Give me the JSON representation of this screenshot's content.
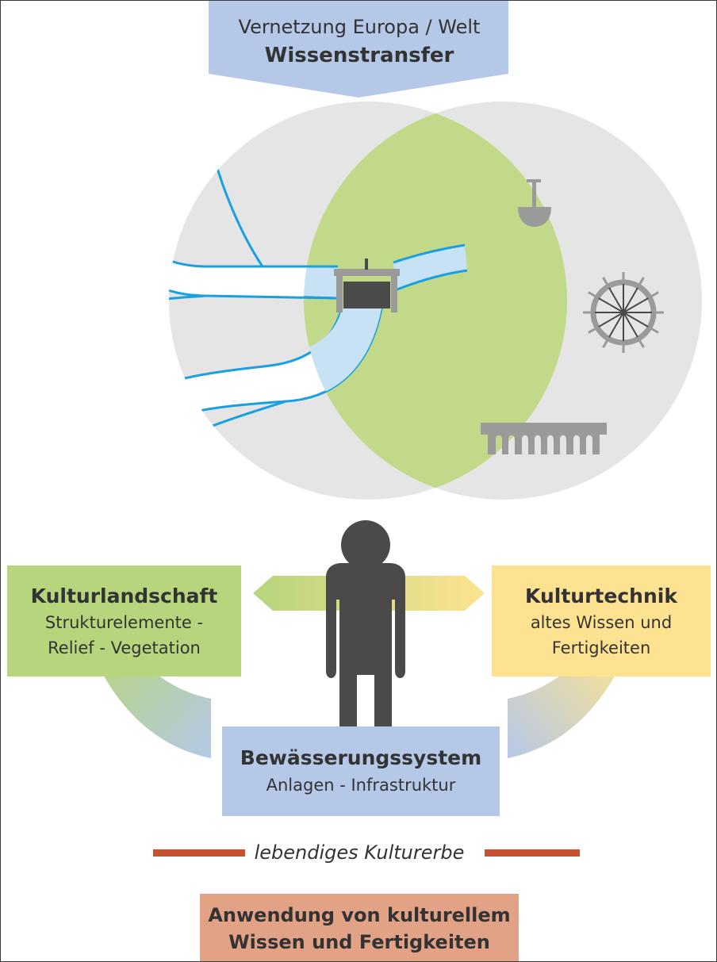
{
  "header": {
    "subtitle": "Vernetzung Europa / Welt",
    "title": "Wissenstransfer"
  },
  "left_box": {
    "title": "Kulturlandschaft",
    "line1": "Strukturelemente -",
    "line2": "Relief - Vegetation"
  },
  "right_box": {
    "title": "Kulturtechnik",
    "line1": "altes Wissen und",
    "line2": "Fertigkeiten"
  },
  "center_box": {
    "title": "Bewässerungssystem",
    "line1": "Anlagen - Infrastruktur"
  },
  "heritage_label": "lebendiges Kulturerbe",
  "apply_box": {
    "line1": "Anwendung von kulturellem",
    "line2": "Wissen und Fertigkeiten"
  },
  "colors": {
    "circle": "#e5e5e5",
    "overlap": "#c2d98a",
    "water": "#c8e2f5",
    "water_edge": "#1aa0e0",
    "arrow_blue": "#b5c8e8",
    "green": "#b6d57c",
    "yellow": "#fde391",
    "orange": "#e1a285",
    "red_line": "#c9512f",
    "icon_gray": "#9a9a9a",
    "person": "#4a4a4a"
  },
  "icons": [
    "sluice-gate-icon",
    "shovel-icon",
    "water-wheel-icon",
    "aqueduct-icon",
    "person-icon"
  ]
}
